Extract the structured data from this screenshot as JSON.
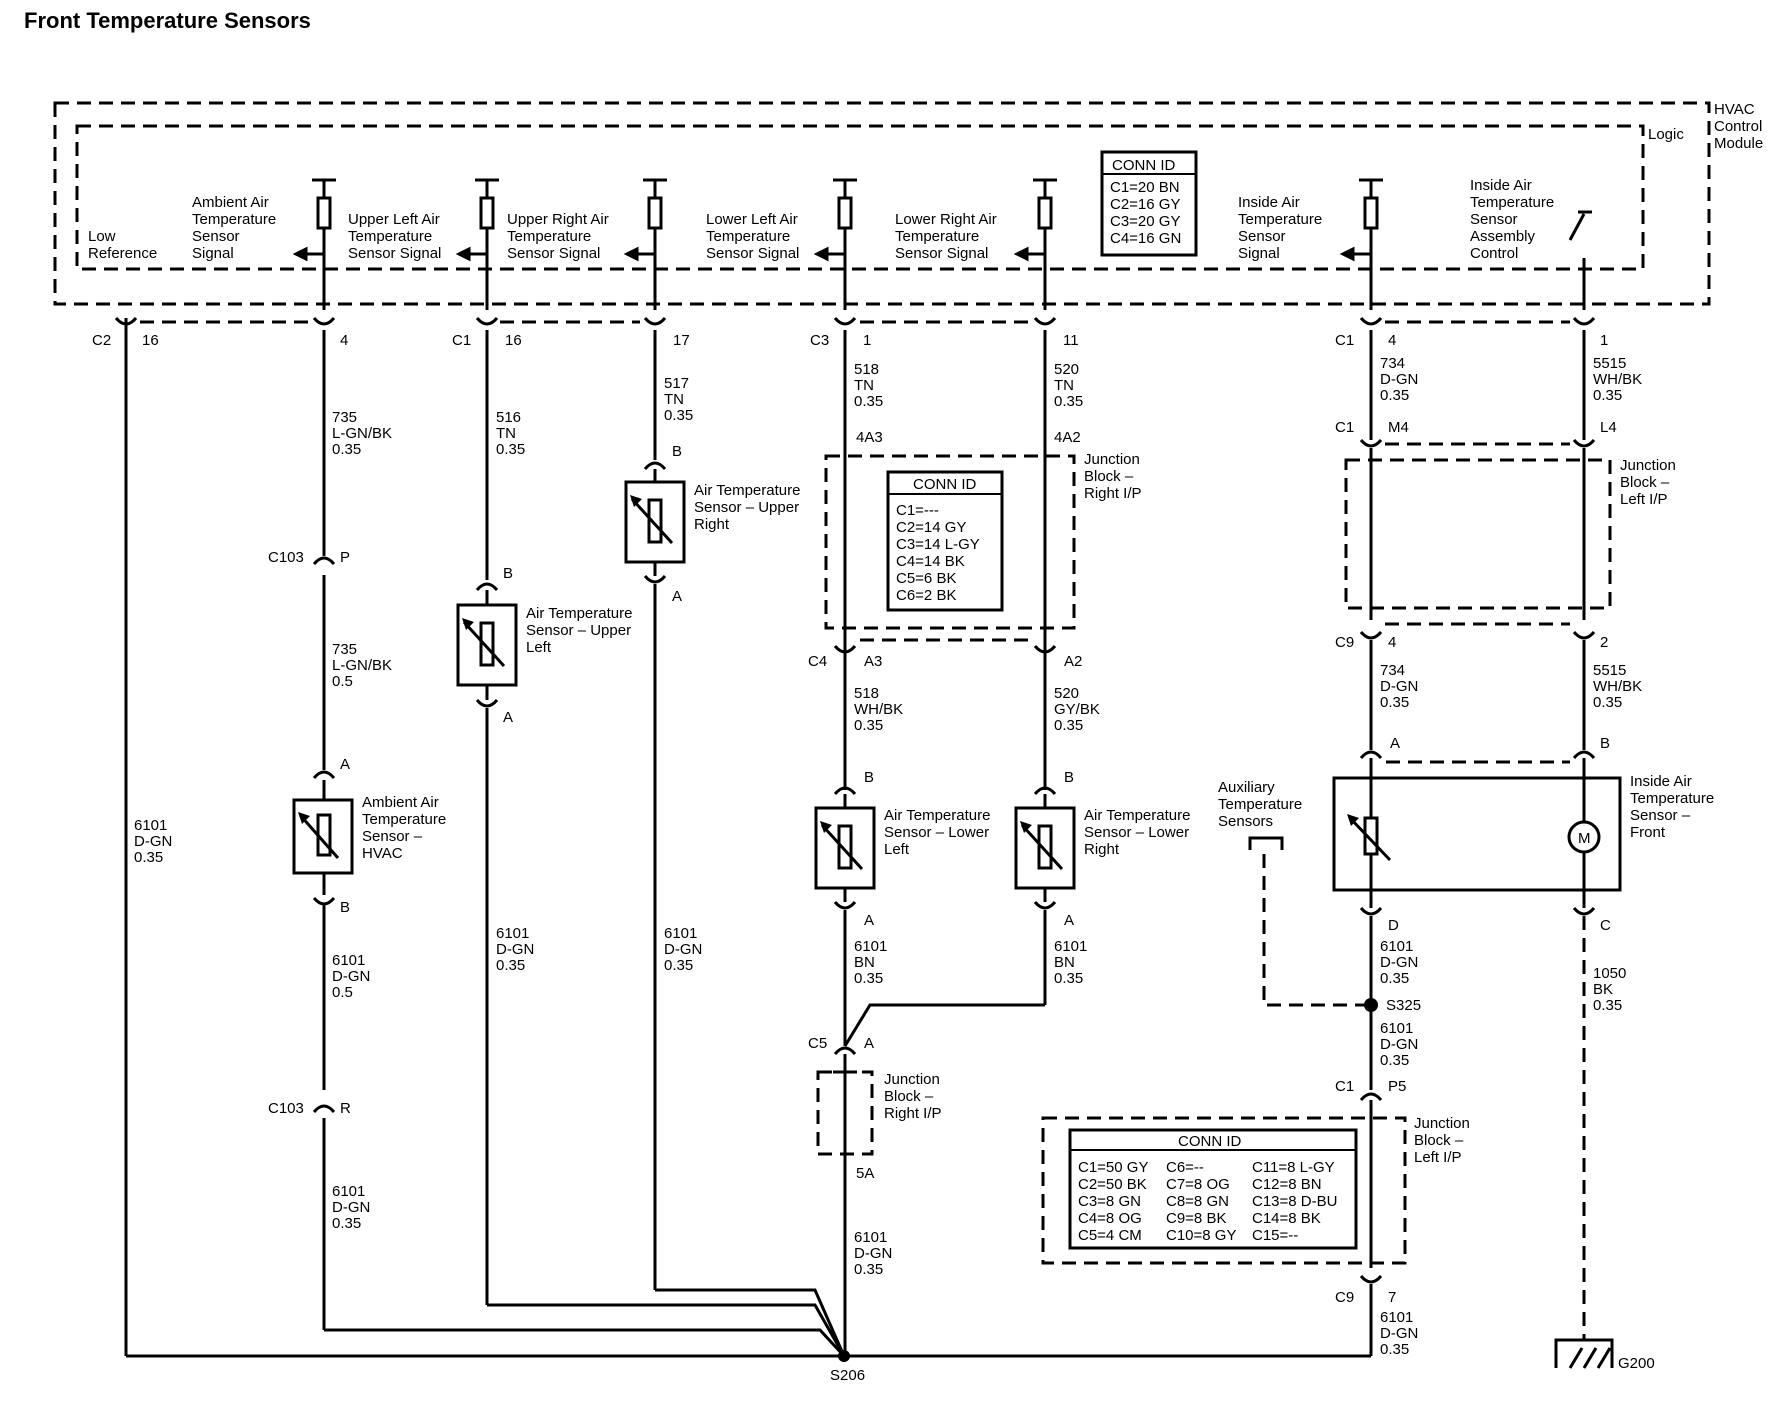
{
  "title": "Front Temperature Sensors",
  "module": {
    "name": [
      "HVAC",
      "Control",
      "Module"
    ],
    "logic": "Logic",
    "conn_id": {
      "title": "CONN ID",
      "rows": [
        "C1=20 BN",
        "C2=16 GY",
        "C3=20 GY",
        "C4=16 GN"
      ]
    },
    "signals": {
      "low_ref": [
        "Low",
        "Reference"
      ],
      "ambient": [
        "Ambient Air",
        "Temperature",
        "Sensor",
        "Signal"
      ],
      "upper_left": [
        "Upper Left Air",
        "Temperature",
        "Sensor Signal"
      ],
      "upper_right": [
        "Upper Right Air",
        "Temperature",
        "Sensor Signal"
      ],
      "lower_left": [
        "Lower Left Air",
        "Temperature",
        "Sensor Signal"
      ],
      "lower_right": [
        "Lower Right Air",
        "Temperature",
        "Sensor Signal"
      ],
      "inside": [
        "Inside Air",
        "Temperature",
        "Sensor",
        "Signal"
      ],
      "inside_ctrl": [
        "Inside Air",
        "Temperature",
        "Sensor",
        "Assembly",
        "Control"
      ]
    }
  },
  "pins": {
    "c2": "C2",
    "p16a": "16",
    "p4a": "4",
    "c1a": "C1",
    "p16b": "16",
    "p17": "17",
    "c3": "C3",
    "p1a": "1",
    "p11": "11",
    "c1b": "C1",
    "p4b": "4",
    "p1b": "1"
  },
  "wires": {
    "w735a": [
      "735",
      "L-GN/BK",
      "0.35"
    ],
    "w516": [
      "516",
      "TN",
      "0.35"
    ],
    "w517": [
      "517",
      "TN",
      "0.35"
    ],
    "w518a": [
      "518",
      "TN",
      "0.35"
    ],
    "w520a": [
      "520",
      "TN",
      "0.35"
    ],
    "w734a": [
      "734",
      "D-GN",
      "0.35"
    ],
    "w5515a": [
      "5515",
      "WH/BK",
      "0.35"
    ],
    "w735b": [
      "735",
      "L-GN/BK",
      "0.5"
    ],
    "w6101_left": [
      "6101",
      "D-GN",
      "0.35"
    ],
    "w6101_amb": [
      "6101",
      "D-GN",
      "0.5"
    ],
    "w6101_c103": [
      "6101",
      "D-GN",
      "0.35"
    ],
    "w6101_ul": [
      "6101",
      "D-GN",
      "0.35"
    ],
    "w6101_ur": [
      "6101",
      "D-GN",
      "0.35"
    ],
    "w518b": [
      "518",
      "WH/BK",
      "0.35"
    ],
    "w520b": [
      "520",
      "GY/BK",
      "0.35"
    ],
    "w6101_ll": [
      "6101",
      "BN",
      "0.35"
    ],
    "w6101_lr": [
      "6101",
      "BN",
      "0.35"
    ],
    "w6101_jb": [
      "6101",
      "D-GN",
      "0.35"
    ],
    "w734b": [
      "734",
      "D-GN",
      "0.35"
    ],
    "w5515b": [
      "5515",
      "WH/BK",
      "0.35"
    ],
    "w6101_d": [
      "6101",
      "D-GN",
      "0.35"
    ],
    "w6101_s325": [
      "6101",
      "D-GN",
      "0.35"
    ],
    "w6101_c9": [
      "6101",
      "D-GN",
      "0.35"
    ],
    "w1050": [
      "1050",
      "BK",
      "0.35"
    ]
  },
  "connectors": {
    "c103_top": "C103",
    "c103_top_pin": "P",
    "c103_bot": "C103",
    "c103_bot_pin": "R",
    "amb_a": "A",
    "amb_b": "B",
    "ul_b": "B",
    "ul_a": "A",
    "ur_b": "B",
    "ur_a": "A",
    "jb_4a3": "4A3",
    "jb_4a2": "4A2",
    "c4": "C4",
    "c4_a3": "A3",
    "c4_a2": "A2",
    "ll_b": "B",
    "ll_a": "A",
    "lr_b": "B",
    "lr_a": "A",
    "c5": "C5",
    "c5_a": "A",
    "jb_5a": "5A",
    "c1_m4": "C1",
    "m4": "M4",
    "l4": "L4",
    "c9_top": "C9",
    "c9_p4": "4",
    "c9_p2": "2",
    "ins_a": "A",
    "ins_b": "B",
    "ins_d": "D",
    "ins_c": "C",
    "c1_p5": "C1",
    "p5": "P5",
    "c9_bot": "C9",
    "c9_p7": "7",
    "s206": "S206",
    "s325": "S325",
    "g200": "G200"
  },
  "components": {
    "ambient": [
      "Ambient Air",
      "Temperature",
      "Sensor –",
      "HVAC"
    ],
    "upper_left": [
      "Air Temperature",
      "Sensor – Upper",
      "Left"
    ],
    "upper_right": [
      "Air Temperature",
      "Sensor – Upper",
      "Right"
    ],
    "lower_left": [
      "Air Temperature",
      "Sensor – Lower",
      "Left"
    ],
    "lower_right": [
      "Air Temperature",
      "Sensor – Lower",
      "Right"
    ],
    "inside": [
      "Inside Air",
      "Temperature",
      "Sensor –",
      "Front"
    ],
    "motor_label": "M",
    "aux": [
      "Auxiliary",
      "Temperature",
      "Sensors"
    ]
  },
  "junction_blocks": {
    "right_ip_label": [
      "Junction",
      "Block –",
      "Right I/P"
    ],
    "right_ip_conn": {
      "title": "CONN ID",
      "rows": [
        "C1=---",
        "C2=14 GY",
        "C3=14 L-GY",
        "C4=14 BK",
        "C5=6 BK",
        "C6=2 BK"
      ]
    },
    "right_ip_small_label": [
      "Junction",
      "Block –",
      "Right I/P"
    ],
    "left_ip_label": [
      "Junction",
      "Block –",
      "Left I/P"
    ],
    "left_ip_bottom_label": [
      "Junction",
      "Block –",
      "Left I/P"
    ],
    "left_ip_conn": {
      "title": "CONN ID",
      "col1": [
        "C1=50 GY",
        "C2=50 BK",
        "C3=8 GN",
        "C4=8 OG",
        "C5=4 CM"
      ],
      "col2": [
        "C6=--",
        "C7=8 OG",
        "C8=8 GN",
        "C9=8 BK",
        "C10=8 GY"
      ],
      "col3": [
        "C11=8 L-GY",
        "C12=8 BN",
        "C13=8 D-BU",
        "C14=8 BK",
        "C15=--"
      ]
    }
  }
}
